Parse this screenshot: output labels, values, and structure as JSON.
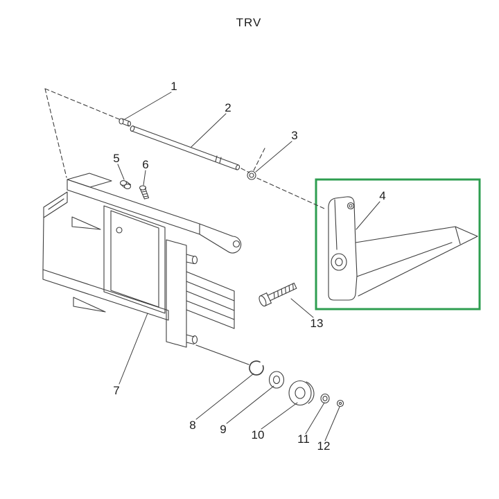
{
  "title": "TRV",
  "colors": {
    "line": "#3c3c3c",
    "highlight": "#2e9e50",
    "background": "#ffffff",
    "label_text": "#1c1c1c"
  },
  "parts": [
    {
      "label": "1"
    },
    {
      "label": "2"
    },
    {
      "label": "3"
    },
    {
      "label": "4"
    },
    {
      "label": "5"
    },
    {
      "label": "6"
    },
    {
      "label": "7"
    },
    {
      "label": "8"
    },
    {
      "label": "9"
    },
    {
      "label": "10"
    },
    {
      "label": "11"
    },
    {
      "label": "12"
    },
    {
      "label": "13"
    }
  ]
}
